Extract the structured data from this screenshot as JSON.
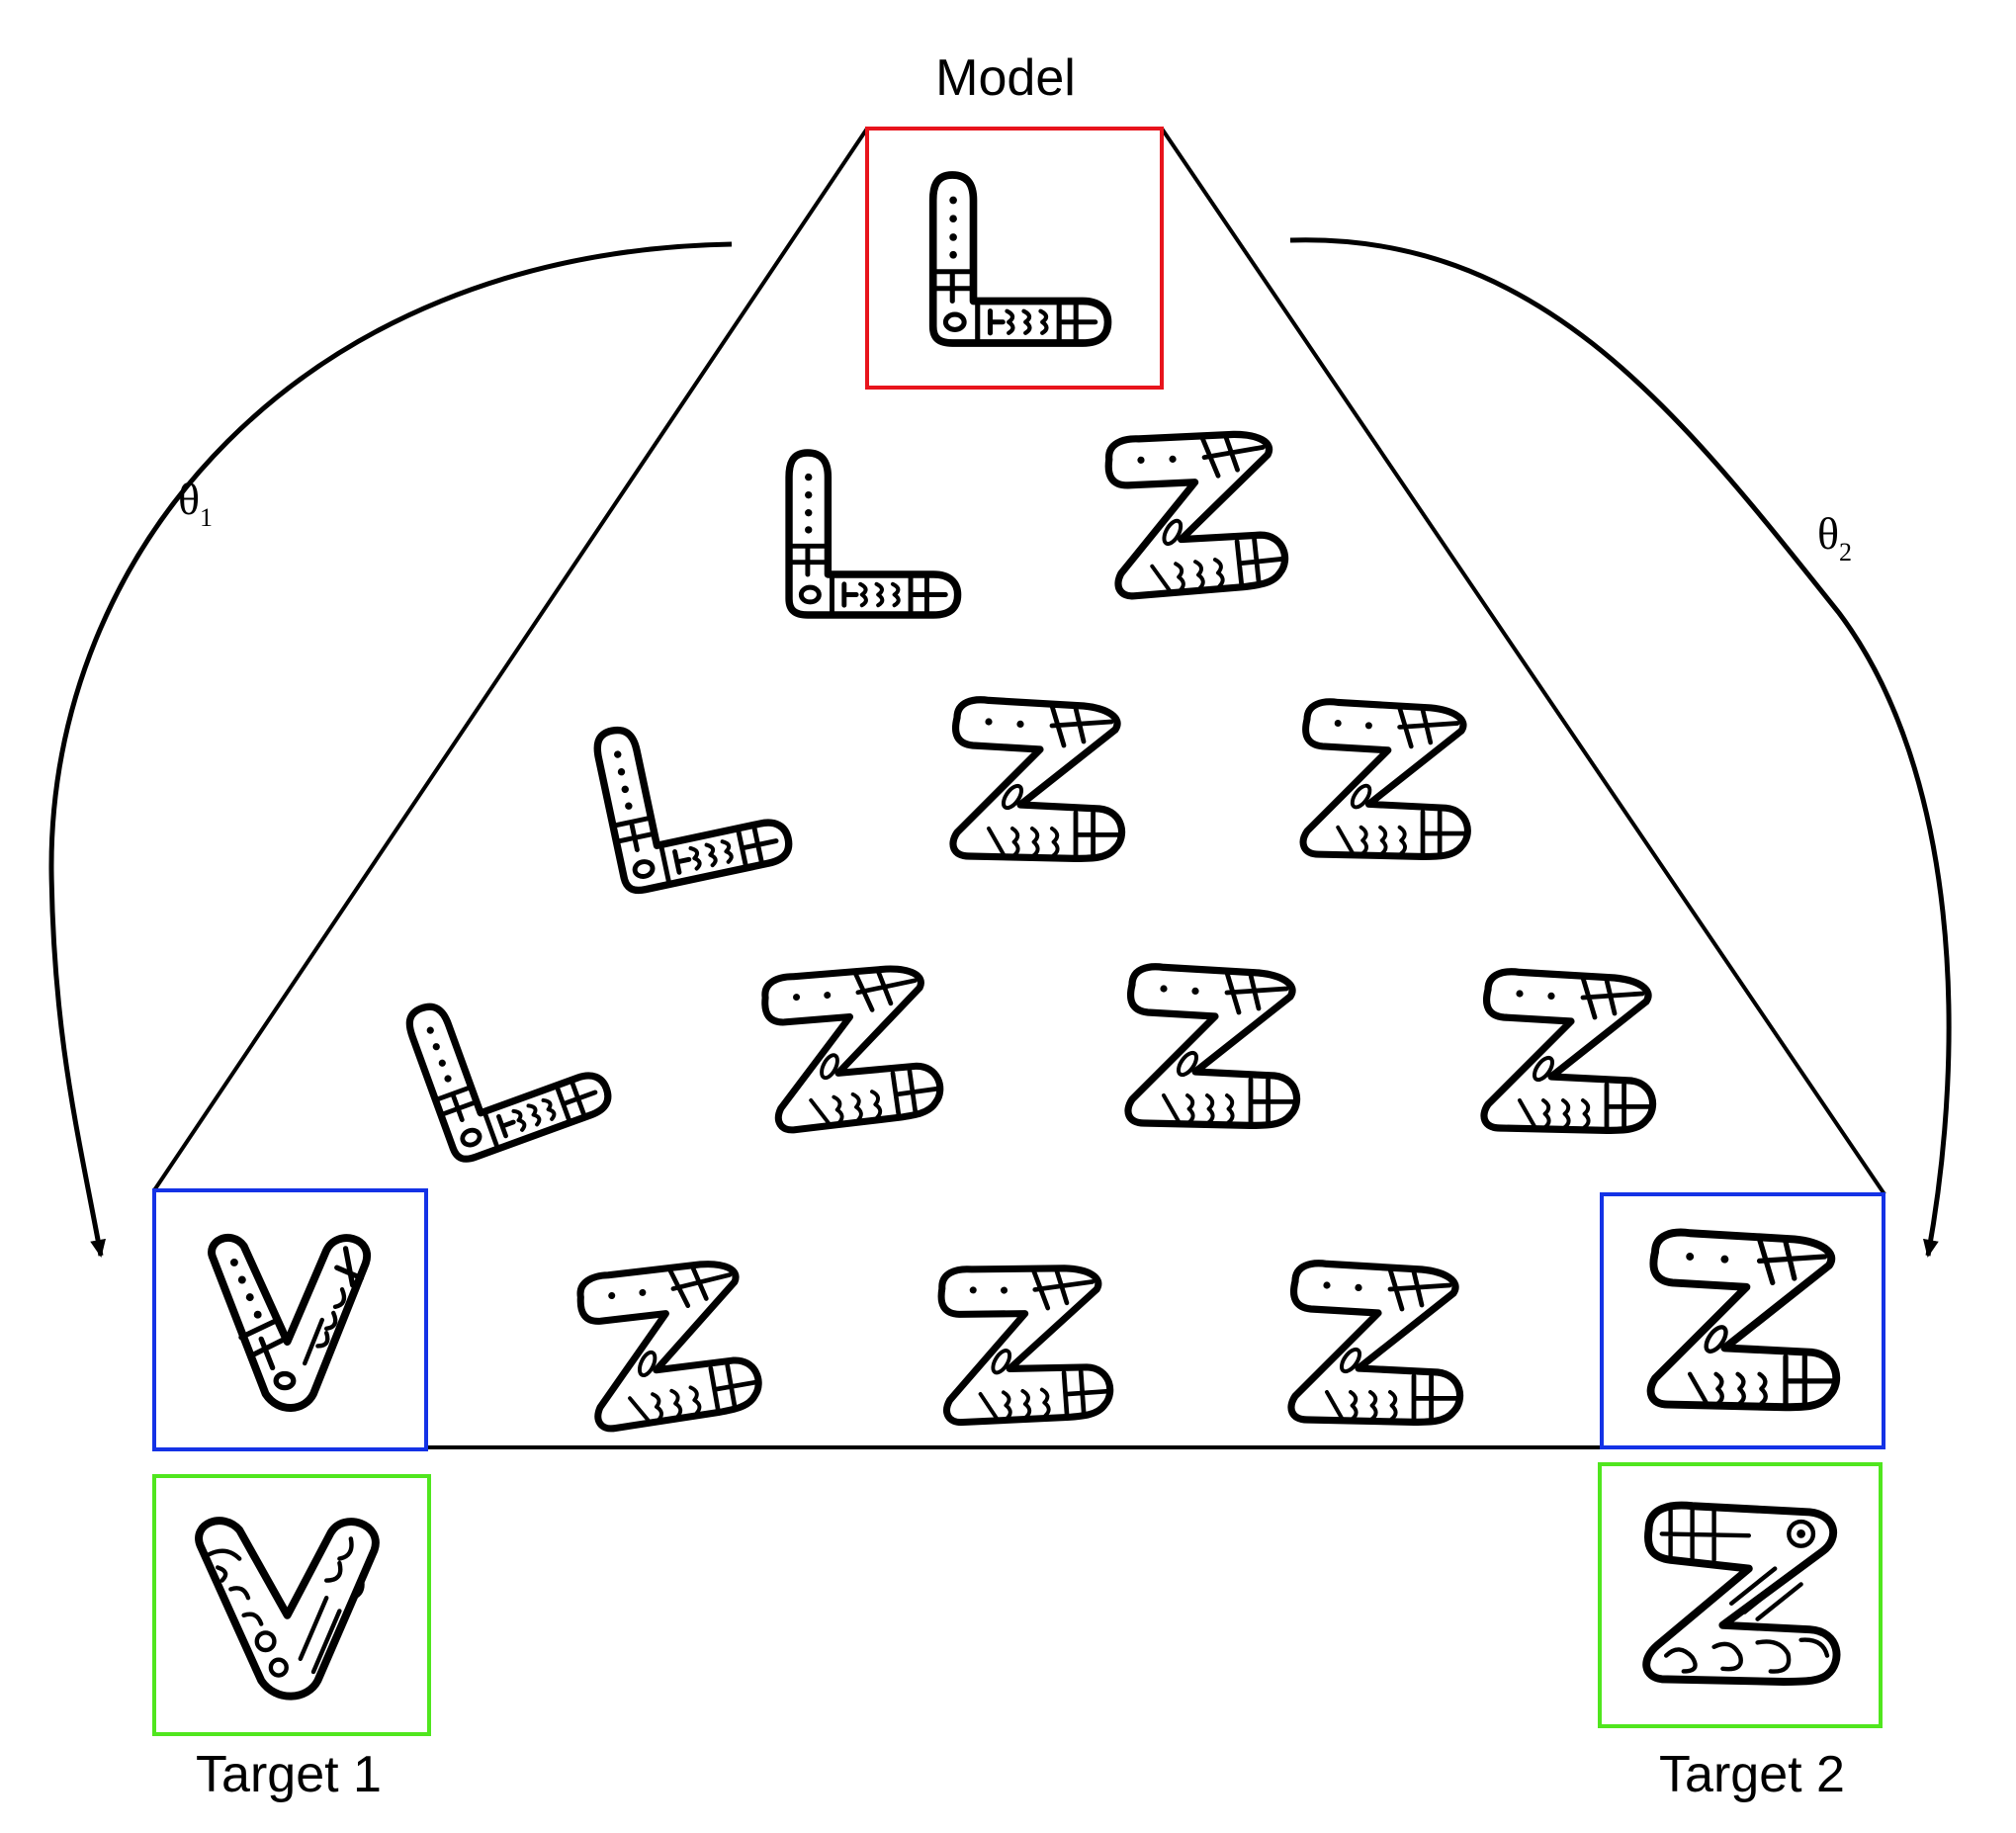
{
  "labels": {
    "model": "Model",
    "target1": "Target 1",
    "target2": "Target 2",
    "theta1_symbol": "θ",
    "theta1_sub": "1",
    "theta2_symbol": "θ",
    "theta2_sub": "2"
  },
  "colors": {
    "model_box": "#e8141c",
    "result_box": "#1432e6",
    "target_box": "#50e61e",
    "line": "#000000"
  },
  "glyphs": {
    "model": "L",
    "target_1": "V",
    "target_2": "Z",
    "grid_rows": 5
  }
}
